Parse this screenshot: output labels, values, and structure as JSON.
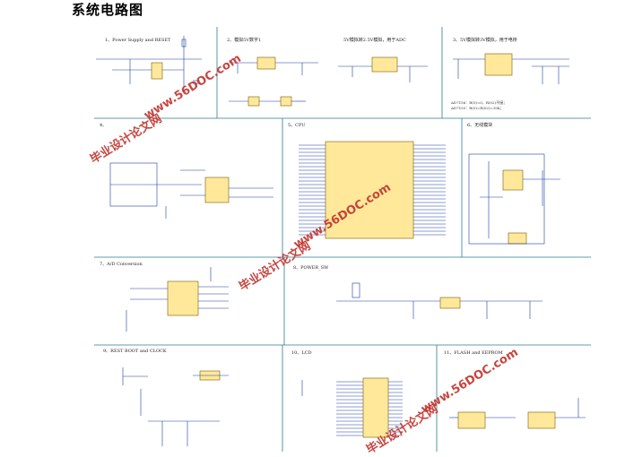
{
  "page": {
    "title": "系统电路图"
  },
  "diagram": {
    "panels": [
      {
        "id": "p1",
        "caption": "1、Power Supply and RESET"
      },
      {
        "id": "p2",
        "caption": "2、模拟5V数字1"
      },
      {
        "id": "p2b",
        "caption": "5V模拟转2.5V模拟，用于ADC"
      },
      {
        "id": "p3",
        "caption": "3、5V模拟转3V模拟，用于电桥"
      },
      {
        "id": "p4",
        "caption": "4、"
      },
      {
        "id": "p5",
        "caption": "5、CPU"
      },
      {
        "id": "p6",
        "caption": "6、无线模块"
      },
      {
        "id": "p7",
        "caption": "7、A/D Conversion"
      },
      {
        "id": "p8",
        "caption": "8、POWER_SW"
      },
      {
        "id": "p9",
        "caption": "9、REST BOOT and CLOCK"
      },
      {
        "id": "p10",
        "caption": "10、LCD"
      },
      {
        "id": "p11",
        "caption": "11、FLASH and EEPROM"
      }
    ],
    "notes": [
      "AD7156：R(0)=0，R(02)不接；",
      "AD7155：R(0)=R(02)=10k；"
    ],
    "colors": {
      "line": "#1a3fa0",
      "part": "#ffe89a",
      "part_stroke": "#7a5a00",
      "grid": "#2f7a93",
      "watermark": "#c2362f"
    }
  },
  "watermark": {
    "text_a": "毕业设计论文网",
    "text_b": "www.56DOC.com"
  }
}
